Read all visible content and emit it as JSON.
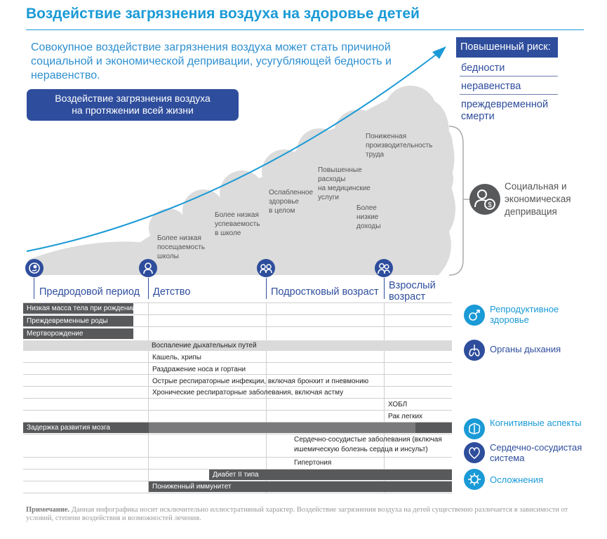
{
  "title": "Воздействие загрязнения воздуха на здоровье детей",
  "intro": "Совокупное воздействие загрязнения воздуха может стать причиной социальной и экономической депривации, усугубляющей бедность и неравенство.",
  "pill": [
    "Воздействие загрязнения воздуха",
    "на протяжении всей жизни"
  ],
  "risk": {
    "title": "Повышенный риск:",
    "items": [
      "бедности",
      "неравенства",
      "преждевременной смерти"
    ]
  },
  "social": {
    "label": "Социальная и экономическая депривация",
    "icon": "person-money-icon"
  },
  "cloud": [
    [
      "Более низкая",
      "посещаемость",
      "школы"
    ],
    [
      "Более низкая",
      "успеваемость",
      "в школе"
    ],
    [
      "Ослабленное",
      "здоровье",
      "в целом"
    ],
    [
      "Повышенные",
      "расходы",
      "на медицинские",
      "услуги"
    ],
    [
      "Более",
      "низкие",
      "доходы"
    ],
    [
      "Пониженная",
      "производительность",
      "труда"
    ]
  ],
  "stages": [
    "Предродовой период",
    "Детство",
    "Подростковый возраст",
    "Взрослый возраст"
  ],
  "stage_icons": [
    "fetus-icon",
    "baby-icon",
    "children-icon",
    "adults-icon"
  ],
  "bars": [
    "Низкая масса тела при рождении",
    "Преждевременные роды",
    "Мертворождение",
    "Воспаление дыхательных путей",
    "Кашель, хрипы",
    "Раздражение носа и гортани",
    "Острые респираторные инфекции, включая бронхит и пневмонию",
    "Хронические респираторные заболевания, включая астму",
    "ХОБЛ",
    "Рак легких",
    "Задержка развития мозга",
    "Сердечно-сосудистые заболевания (включая ишемическую болезнь сердца и инсульт)",
    "Гипертония",
    "Диабет II типа",
    "Пониженный иммунитет"
  ],
  "categories": [
    {
      "label": "Репродуктивное здоровье",
      "icon": "reproductive-icon",
      "color": "#1a9ad6"
    },
    {
      "label": "Органы дыхания",
      "icon": "lungs-icon",
      "color": "#2e4d9c"
    },
    {
      "label": "Когнитивные аспекты",
      "icon": "brain-icon",
      "color": "#1a9ad6"
    },
    {
      "label": "Сердечно-сосудистая система",
      "icon": "heart-icon",
      "color": "#2e4d9c"
    },
    {
      "label": "Осложнения",
      "icon": "virus-icon",
      "color": "#1a9ad6"
    }
  ],
  "note_label": "Примечание.",
  "note_text": "Данная инфографика носит исключительно иллюстративный характер. Воздействие загрязнения воздуха на детей существенно различается в зависимости от условий, степени воздействия и возможностей лечения.",
  "colors": {
    "accent": "#1a9ad6",
    "navy": "#2e4d9c",
    "dark_gray": "#58595b",
    "cloud": "#dcdcdc"
  }
}
